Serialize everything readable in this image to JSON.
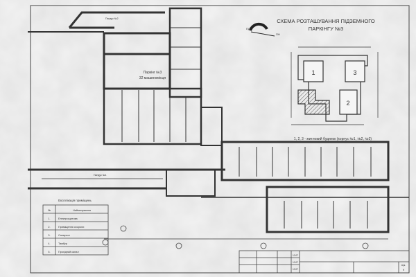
{
  "scheme": {
    "title_line1": "СХЕМА РОЗТАШУВАННЯ ПІДЗЕМНОГО",
    "title_line2": "ПАРКІНГУ №3",
    "buildings_caption": "1, 2, 3 - житловий будинок (корпус №1, №2, №3)",
    "building_labels": [
      "1",
      "2",
      "3"
    ],
    "compass": {
      "left": "ПД",
      "right": "ПН"
    }
  },
  "plan": {
    "parking_title": "Паркінг №3",
    "parking_subtitle": "32 машиномісця",
    "ramp1": "Пандус №1",
    "ramp2": "Пандус №2"
  },
  "legend": {
    "title": "Експлікація приміщень",
    "headers": [
      "№",
      "Найменування"
    ],
    "rows": [
      [
        "1.",
        "Електрощитова"
      ],
      [
        "2.",
        "Приміщення охорони"
      ],
      [
        "3.",
        "Санвузол"
      ],
      [
        "4.",
        "Тамбур"
      ],
      [
        "5.",
        "Прохідний канал"
      ]
    ]
  },
  "title_block": {
    "sheet_label": "Арк.",
    "sheet_number": "9",
    "dates": [
      "10.07",
      "10.07",
      "10.07"
    ]
  }
}
